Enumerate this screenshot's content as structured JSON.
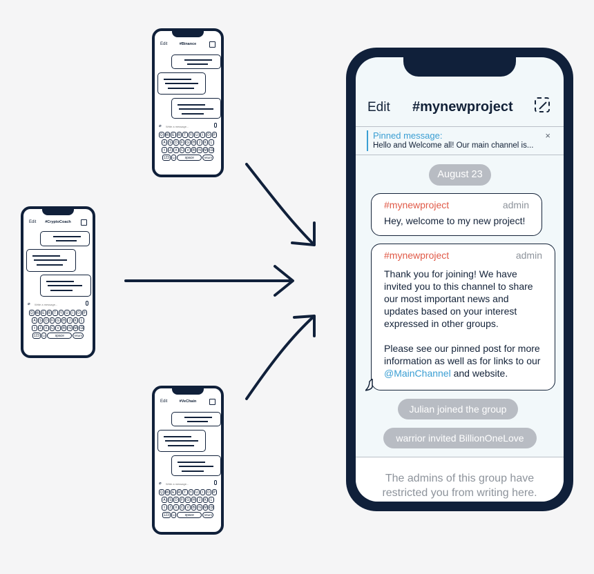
{
  "phones": {
    "top": {
      "edit": "Edit",
      "title": "#Binance"
    },
    "left": {
      "edit": "Edit",
      "title": "#CryptoCoach"
    },
    "bottom": {
      "edit": "Edit",
      "title": "#VeChain"
    },
    "input_placeholder": "Write a message...",
    "keyboard": {
      "row1": [
        "Q",
        "W",
        "E",
        "R",
        "T",
        "Y",
        "U",
        "I",
        "O",
        "P"
      ],
      "row2": [
        "A",
        "S",
        "D",
        "F",
        "G",
        "H",
        "J",
        "K",
        "L"
      ],
      "row3": [
        "Z",
        "X",
        "C",
        "V",
        "B",
        "N",
        "M"
      ],
      "num_key": "123",
      "space_key": "space",
      "return_key": "return"
    }
  },
  "chat": {
    "edit_label": "Edit",
    "title": "#mynewproject",
    "pinned_label": "Pinned message:",
    "pinned_text": "Hello and Welcome all! Our main channel is...",
    "close_glyph": "×",
    "date_pill": "August 23",
    "messages": [
      {
        "channel": "#mynewproject",
        "author": "admin",
        "text": "Hey, welcome to my new project!"
      },
      {
        "channel": "#mynewproject",
        "author": "admin",
        "text_before": "Thank you for joining! We have\ninvited you to this channel to share\nour most important news and\nupdates based on your interest\nexpressed in other groups.\n\nPlease see our pinned post for more\ninformation as well as for links to our\n",
        "link": "@MainChannel",
        "text_after": " and website."
      }
    ],
    "events": [
      "Julian joined the group",
      "warrior invited BillionOneLove"
    ],
    "restricted_notice": "The admins of this group have\nrestricted you from writing here."
  },
  "colors": {
    "navy": "#10203a",
    "channel_red": "#e05a48",
    "link_blue": "#3a9ed3",
    "pill_gray": "#b8bcc3"
  }
}
